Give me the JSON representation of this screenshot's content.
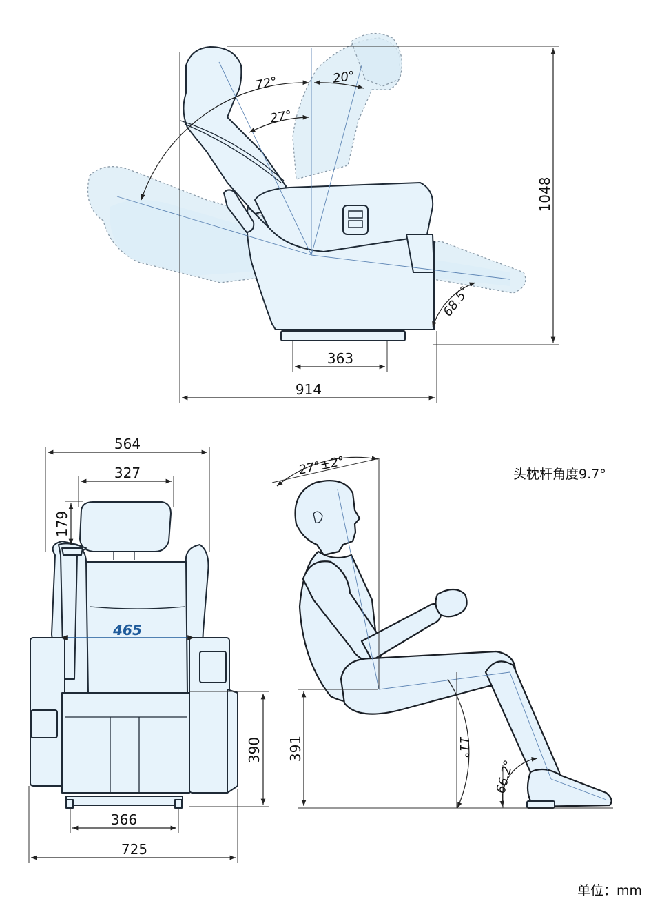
{
  "side_view": {
    "angle_recline": "72°",
    "angle_headrest": "20°",
    "angle_back": "27°",
    "angle_leg": "68.5°",
    "height": "1048",
    "base_width": "363",
    "depth": "914"
  },
  "front_view": {
    "total_width": "564",
    "headrest_width": "327",
    "headrest_height": "179",
    "shoulder_width": "465",
    "seat_height": "390",
    "base_width": "366",
    "overall_width": "725"
  },
  "posture_view": {
    "head_angle": "27°±2°",
    "note": "头枕杆角度9.7°",
    "seat_height": "391",
    "thigh_angle": "11°",
    "knee_angle": "66.2°"
  },
  "unit_label": "单位：mm",
  "colors": {
    "seat_fill": "#e7f3fb",
    "accent_blue": "#1e5a9a"
  }
}
